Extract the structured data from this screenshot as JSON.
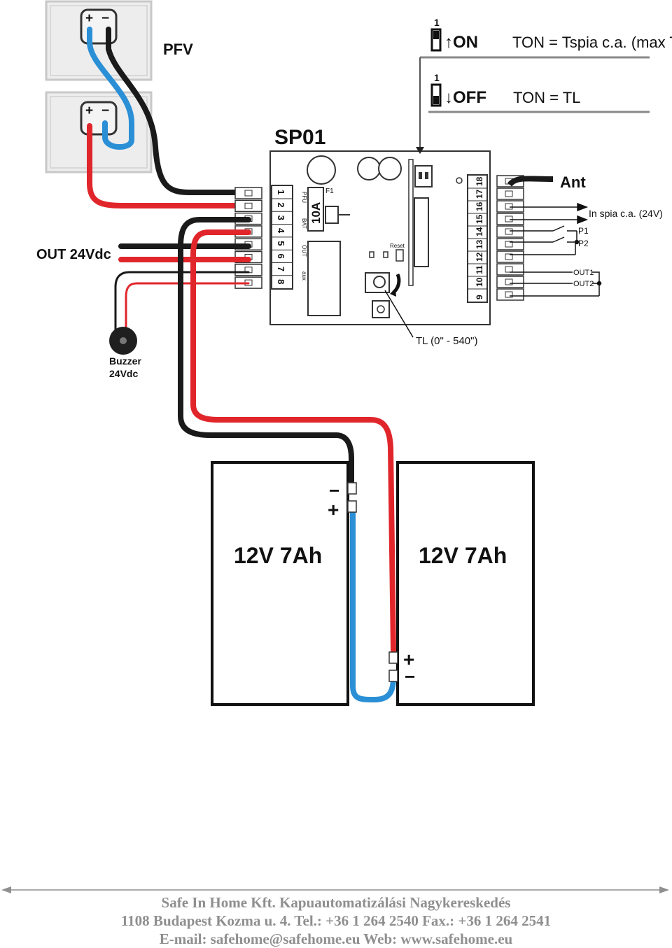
{
  "panels": {
    "label": "PFV",
    "plus": "+",
    "minus": "−"
  },
  "board": {
    "title": "SP01",
    "fuse_label": "F1",
    "fuse_value": "10A",
    "reset_label": "Reset",
    "left_terminals": [
      "1",
      "2",
      "3",
      "4",
      "5",
      "6",
      "7",
      "8"
    ],
    "left_group_labels": [
      "PFU",
      "BAT",
      "OUT",
      "aux"
    ],
    "right_terminals": [
      "9",
      "10",
      "11",
      "12",
      "13",
      "14",
      "15",
      "16",
      "17",
      "18"
    ]
  },
  "switch": {
    "number": "1",
    "on_label": "↑ON",
    "off_label": "↓OFF",
    "on_formula": "TON = Tspia c.a. (max TL)",
    "off_formula": "TON = TL"
  },
  "right_connections": {
    "antenna": "Ant",
    "input_spia": "In spia c.a. (24V)",
    "p1": "P1",
    "p2": "P2",
    "out1": "OUT1",
    "out2": "OUT2"
  },
  "outputs": {
    "out_label": "OUT 24Vdc",
    "buzzer_label": "Buzzer",
    "buzzer_voltage": "24Vdc"
  },
  "trimmer": {
    "label": "TL (0\" - 540\")"
  },
  "batteries": [
    {
      "label": "12V 7Ah",
      "top_terminal": "−",
      "bottom_terminal": "+"
    },
    {
      "label": "12V 7Ah",
      "top_terminal": "+",
      "bottom_terminal": "−"
    }
  ],
  "footer": {
    "line1": "Safe In Home Kft. Kapuautomatizálási Nagykereskedés",
    "line2": "1108 Budapest Kozma u. 4.    Tel.: +36 1 264 2540 Fax.: +36 1 264 2541",
    "line3": "E-mail: safehome@safehome.eu  Web: www.safehome.eu"
  },
  "colors": {
    "red": "#e0262b",
    "blue": "#2b8fd6",
    "black": "#1a1a1a",
    "footer": "#8f8f8f"
  }
}
